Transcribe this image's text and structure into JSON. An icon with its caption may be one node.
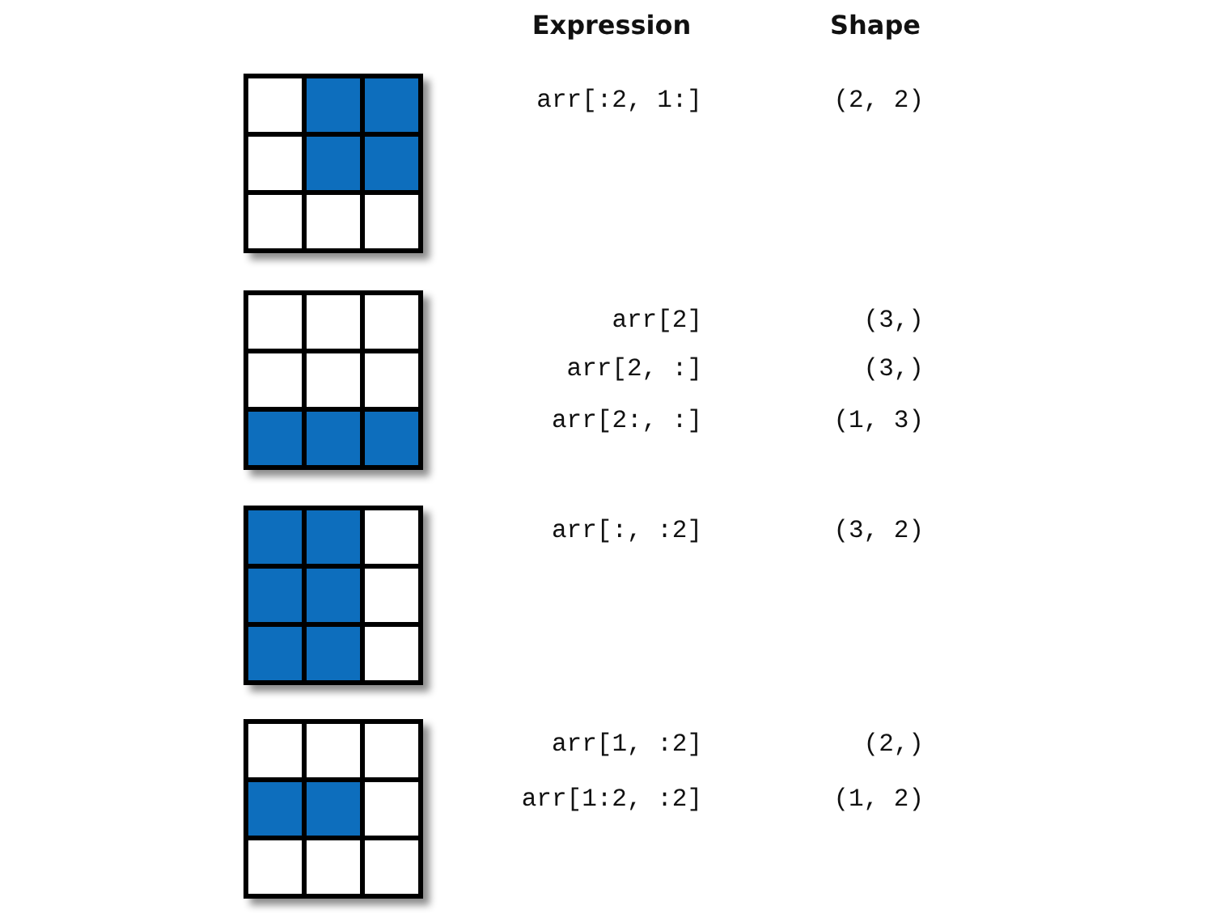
{
  "diagram": {
    "labels": [
      "Expression",
      "Shape",
      "arr[:2, 1:]",
      "(2, 2)",
      "arr[2]",
      "(3,)",
      "arr[2, :]",
      "(3,)",
      "arr[2:, :]",
      "(1, 3)",
      "arr[:, :2]",
      "(3, 2)",
      "arr[1, :2]",
      "(2,)",
      "arr[1:2, :2]",
      "(1, 2)"
    ]
  }
}
